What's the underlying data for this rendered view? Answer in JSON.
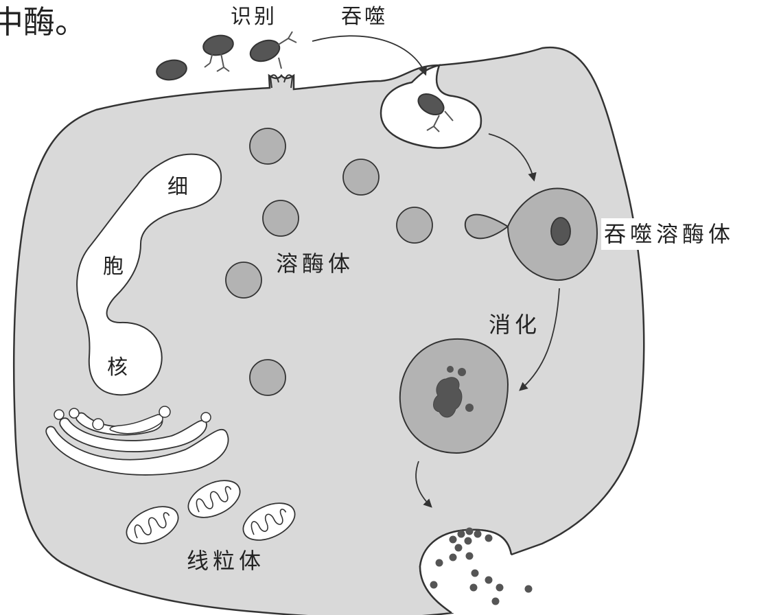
{
  "top_fragment": "中酶。",
  "labels": {
    "recognition": "识别",
    "phagocytosis": "吞噬",
    "phagolysosome": "吞噬溶酶体",
    "lysosome": "溶酶体",
    "digestion": "消化",
    "nucleus_1": "细",
    "nucleus_2": "胞",
    "nucleus_3": "核",
    "mitochondria": "线粒体"
  },
  "colors": {
    "cytoplasm": "#d9d9d9",
    "lysosome": "#b3b3b3",
    "vesicle": "#a6a6a6",
    "bacterium": "#555555",
    "outline": "#333333"
  }
}
